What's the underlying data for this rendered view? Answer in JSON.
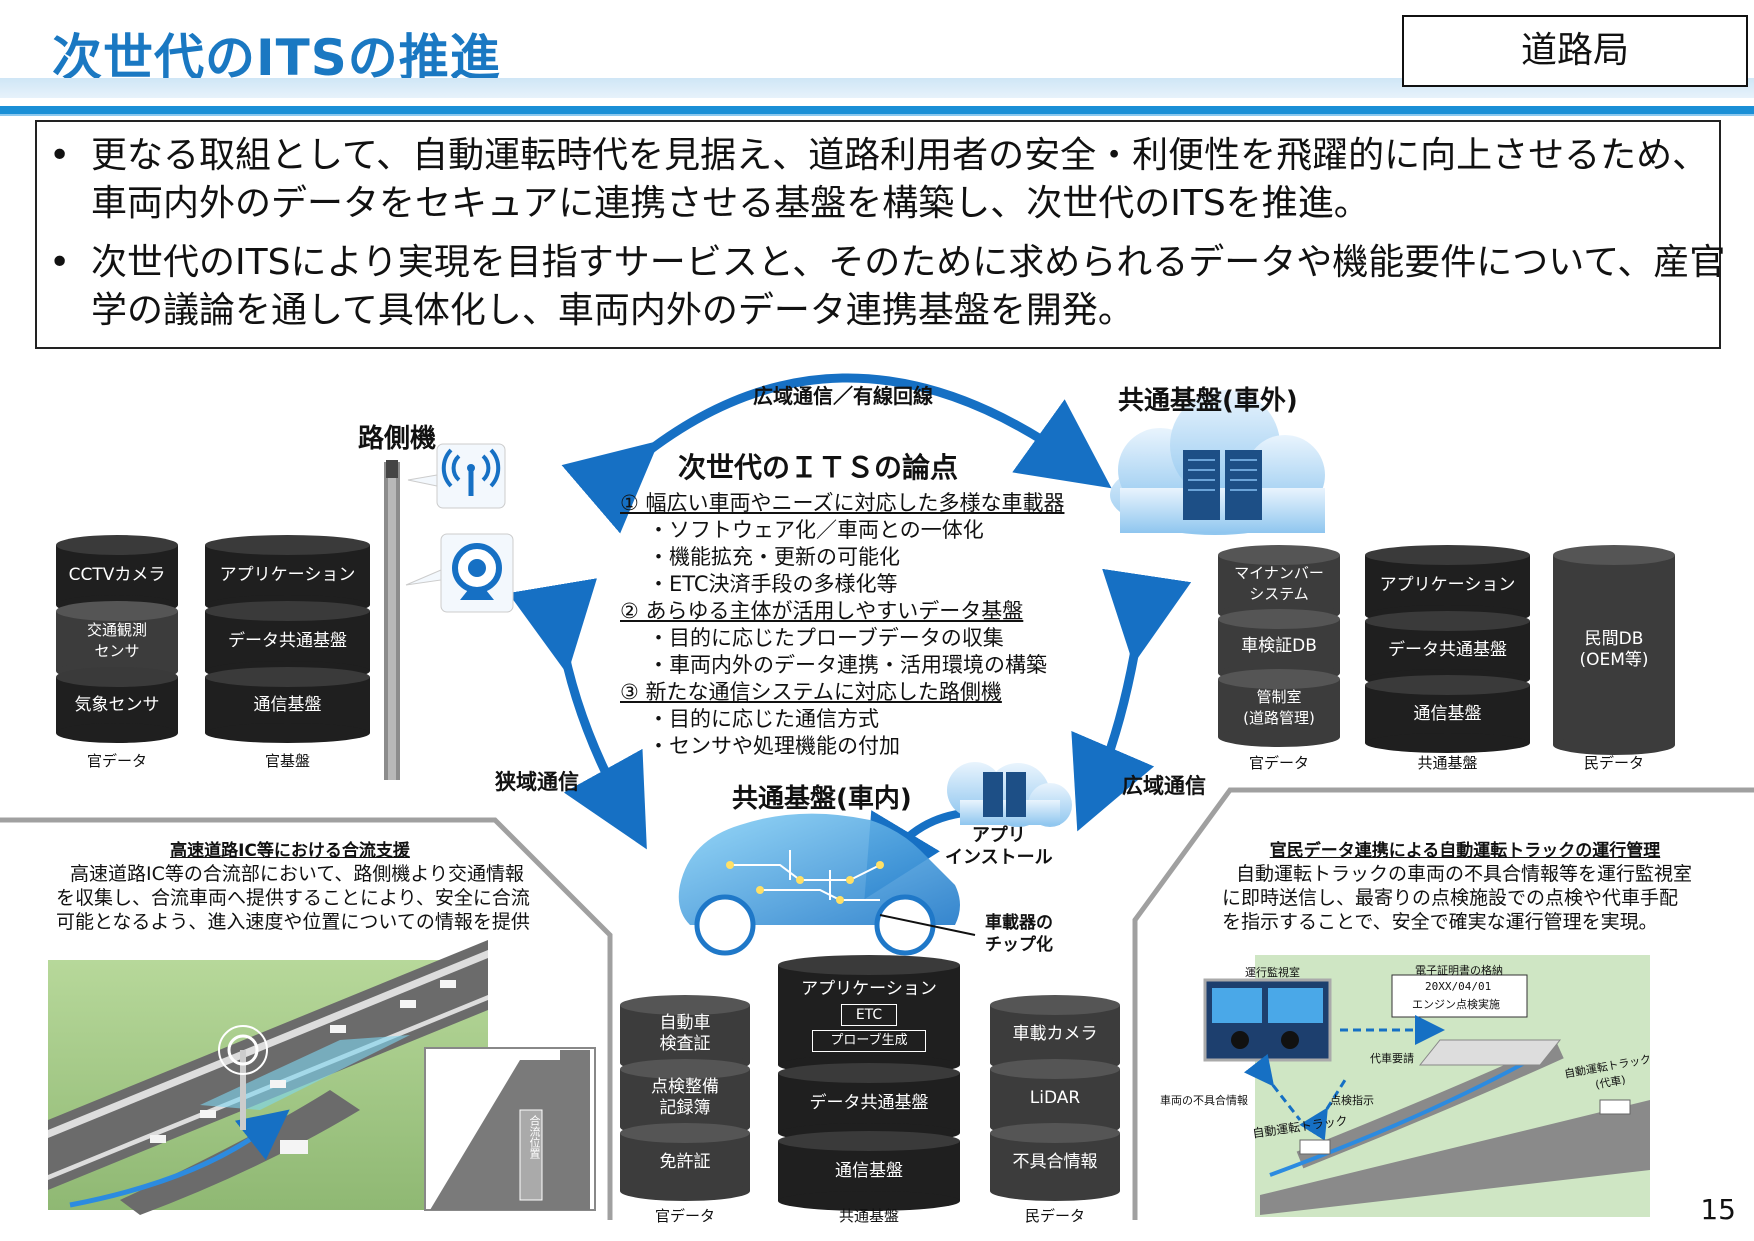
{
  "header": {
    "title": "次世代のITSの推進",
    "bureau": "道路局"
  },
  "summary": {
    "bullet_mark": "•",
    "bullets": [
      "更なる取組として、自動運転時代を見据え、道路利用者の安全・利便性を飛躍的に向上させるため、車両内外のデータをセキュアに連携させる基盤を構築し、次世代のITSを推進。",
      "次世代のITSにより実現を目指すサービスと、そのために求められるデータや機能要件について、産官学の議論を通して具体化し、車両内外のデータ連携基盤を開発。"
    ]
  },
  "center": {
    "heading": "次世代のＩＴＳの論点",
    "points": [
      {
        "title": "① 幅広い車両やニーズに対応した多様な車載器",
        "items": [
          "・ソフトウェア化／車両との一体化",
          "・機能拡充・更新の可能化",
          "・ETC決済手段の多様化等"
        ]
      },
      {
        "title": "② あらゆる主体が活用しやすいデータ基盤",
        "items": [
          "・目的に応じたプローブデータの収集",
          "・車両内外のデータ連携・活用環境の構築"
        ]
      },
      {
        "title": "③ 新たな通信システムに対応した路側機",
        "items": [
          "・目的に応じた通信方式",
          "・センサや処理機能の付加"
        ]
      }
    ]
  },
  "arrows": {
    "top": "広域通信／有線回線",
    "left": "狭域通信",
    "right": "広域通信"
  },
  "roadside": {
    "label": "路側機",
    "gov_cyl": [
      "CCTVカメラ",
      "交通観測\nセンサ",
      "気象センサ"
    ],
    "base_cyl": [
      "アプリケーション",
      "データ共通基盤",
      "通信基盤"
    ],
    "cap_gov": "官データ",
    "cap_base": "官基盤"
  },
  "outside": {
    "label": "共通基盤(車外)",
    "gov_cyl": [
      "マイナンバー\nシステム",
      "車検証DB",
      "管制室\n(道路管理)"
    ],
    "base_cyl": [
      "アプリケーション",
      "データ共通基盤",
      "通信基盤"
    ],
    "priv_cyl": "民間DB\n(OEM等)",
    "cap_gov": "官データ",
    "cap_base": "共通基盤",
    "cap_priv": "民データ"
  },
  "inside": {
    "label": "共通基盤(車内)",
    "app_install": "アプリ\nインストール",
    "chip": "車載器の\nチップ化",
    "gov_cyl": [
      "自動車\n検査証",
      "点検整備\n記録簿",
      "免許証"
    ],
    "base_top": "アプリケーション",
    "base_etc": "ETC",
    "base_probe": "プローブ生成",
    "base_mid": "データ共通基盤",
    "base_bot": "通信基盤",
    "priv_cyl": [
      "車載カメラ",
      "LiDAR",
      "不具合情報"
    ],
    "cap_gov": "官データ",
    "cap_base": "共通基盤",
    "cap_priv": "民データ"
  },
  "left_case": {
    "heading": "高速道路IC等における合流支援",
    "text": "高速道路IC等の合流部において、路側機より交通情報を収集し、合流車両へ提供することにより、安全に合流可能となるよう、進入速度や位置についての情報を提供",
    "sign": "合流位置"
  },
  "right_case": {
    "heading": "官民データ連携による自動運転トラックの運行管理",
    "text": "自動運転トラックの車両の不具合情報等を運行監視室に即時送信し、最寄りの点検施設での点検や代車手配を指示することで、安全で確実な運行管理を実現。",
    "monitor_room": "運行監視室",
    "cert_title": "電子証明書の格納",
    "cert_date": "20XX/04/01",
    "cert_text": "エンジン点検実施",
    "replace_req": "代車要請",
    "fault_info": "車両の不具合情報",
    "inspect_cmd": "点検指示",
    "truck": "自動運転トラック",
    "truck_sub": "自動運転トラック\n(代車)"
  },
  "page": {
    "number": "15"
  },
  "colors": {
    "accent": "#1a78c2",
    "arrow": "#1670c4",
    "cyl": "#1f1f1f"
  }
}
